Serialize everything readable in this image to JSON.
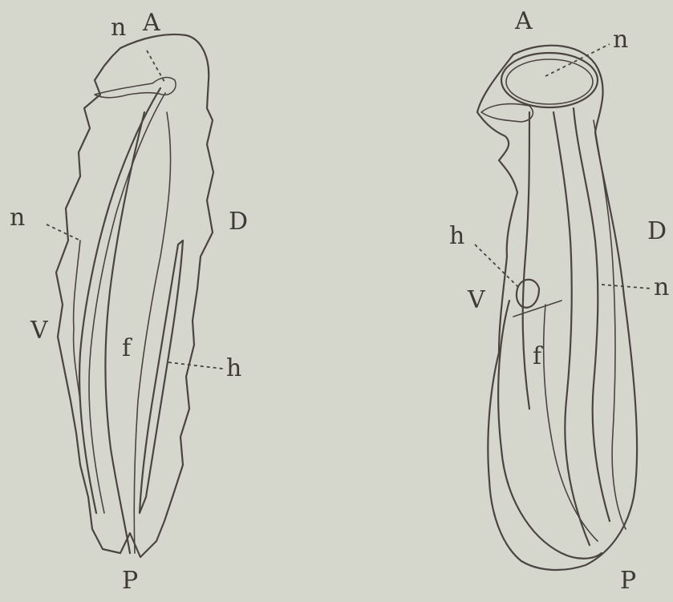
{
  "left_figure": {
    "labels": {
      "anterior": "A",
      "posterior": "P",
      "dorsal": "D",
      "ventral": "V",
      "nerve_top": "n",
      "nerve_side": "n",
      "food_canal": "f",
      "hydrocoel": "h"
    }
  },
  "right_figure": {
    "labels": {
      "anterior": "A",
      "posterior": "P",
      "dorsal": "D",
      "ventral": "V",
      "nerve_top": "n",
      "nerve_side": "n",
      "food_canal": "f",
      "hydrocoel": "h"
    }
  },
  "colors": {
    "ink": "#4a4540",
    "paper": "#d5d6cc"
  }
}
